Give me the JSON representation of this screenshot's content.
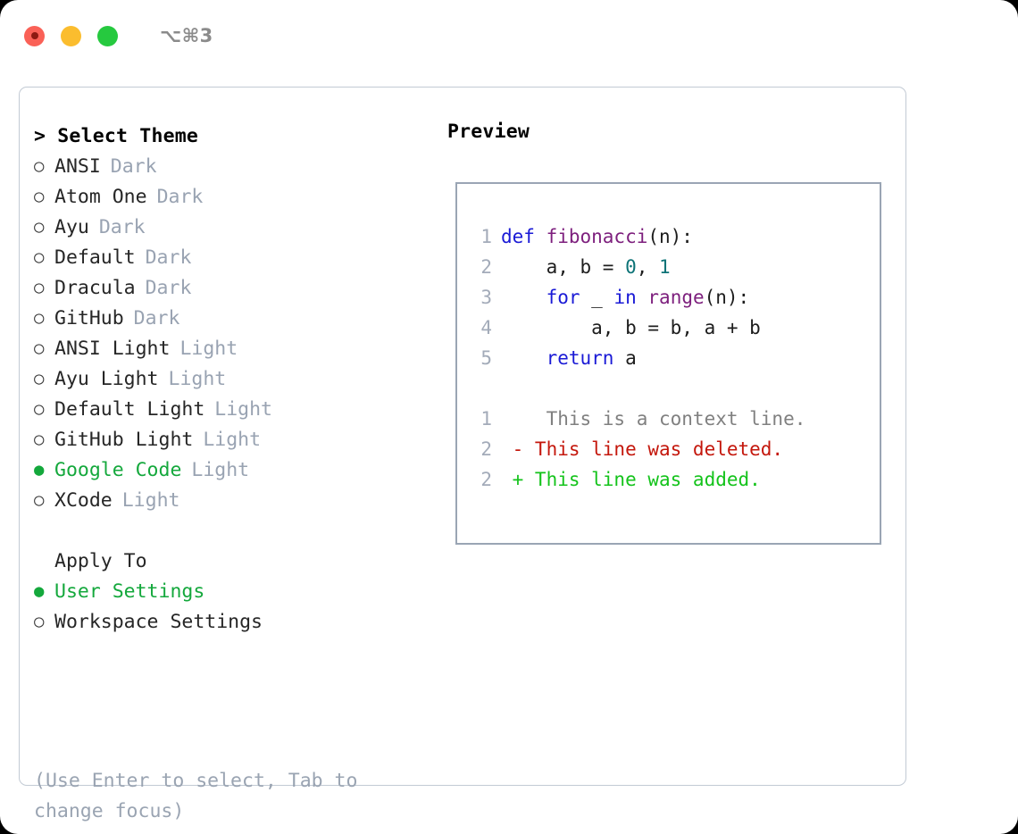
{
  "titlebar": {
    "shortcut": "⌥⌘3",
    "lights": [
      "close-red",
      "minimize-yellow",
      "maximize-green"
    ]
  },
  "theme_selector": {
    "header": "> Select Theme",
    "header_prompt": ">",
    "header_text": "Select Theme",
    "marker_unselected": "○",
    "marker_selected": "●",
    "items": [
      {
        "name": "ANSI",
        "tag": "Dark",
        "selected": false
      },
      {
        "name": "Atom One",
        "tag": "Dark",
        "selected": false
      },
      {
        "name": "Ayu",
        "tag": "Dark",
        "selected": false
      },
      {
        "name": "Default",
        "tag": "Dark",
        "selected": false
      },
      {
        "name": "Dracula",
        "tag": "Dark",
        "selected": false
      },
      {
        "name": "GitHub",
        "tag": "Dark",
        "selected": false
      },
      {
        "name": "ANSI Light",
        "tag": "Light",
        "selected": false
      },
      {
        "name": "Ayu Light",
        "tag": "Light",
        "selected": false
      },
      {
        "name": "Default Light",
        "tag": "Light",
        "selected": false
      },
      {
        "name": "GitHub Light",
        "tag": "Light",
        "selected": false
      },
      {
        "name": "Google Code",
        "tag": "Light",
        "selected": true
      },
      {
        "name": "XCode",
        "tag": "Light",
        "selected": false
      }
    ]
  },
  "apply_to": {
    "header": "Apply To",
    "options": [
      {
        "name": "User Settings",
        "selected": true
      },
      {
        "name": "Workspace Settings",
        "selected": false
      }
    ]
  },
  "hint": "(Use Enter to select, Tab to change focus)",
  "preview": {
    "title": "Preview",
    "code_lines": [
      {
        "num": "1",
        "tokens": [
          {
            "t": "def ",
            "c": "kw"
          },
          {
            "t": "fibonacci",
            "c": "fn"
          },
          {
            "t": "(n):",
            "c": "pl"
          }
        ]
      },
      {
        "num": "2",
        "tokens": [
          {
            "t": "    a, b = ",
            "c": "pl"
          },
          {
            "t": "0",
            "c": "num"
          },
          {
            "t": ", ",
            "c": "pl"
          },
          {
            "t": "1",
            "c": "num"
          }
        ]
      },
      {
        "num": "3",
        "tokens": [
          {
            "t": "    ",
            "c": "pl"
          },
          {
            "t": "for",
            "c": "kw"
          },
          {
            "t": " _ ",
            "c": "pl"
          },
          {
            "t": "in",
            "c": "kw"
          },
          {
            "t": " ",
            "c": "pl"
          },
          {
            "t": "range",
            "c": "fn"
          },
          {
            "t": "(n):",
            "c": "pl"
          }
        ]
      },
      {
        "num": "4",
        "tokens": [
          {
            "t": "        a, b = b, a + b",
            "c": "pl"
          }
        ]
      },
      {
        "num": "5",
        "tokens": [
          {
            "t": "    ",
            "c": "pl"
          },
          {
            "t": "return",
            "c": "kw"
          },
          {
            "t": " a",
            "c": "pl"
          }
        ]
      }
    ],
    "diff_lines": [
      {
        "num": "1",
        "marker": " ",
        "text": "  This is a context line.",
        "kind": "ctx"
      },
      {
        "num": "2",
        "marker": "-",
        "text": " This line was deleted.",
        "kind": "del"
      },
      {
        "num": "2",
        "marker": "+",
        "text": " This line was added.",
        "kind": "add"
      }
    ]
  },
  "colors": {
    "accent_green": "#14a83c",
    "muted_grey": "#99a3b2",
    "keyword_blue": "#1a1ad6",
    "function_purple": "#7d1f7d",
    "number_teal": "#0d7377",
    "diff_deleted": "#c4170c",
    "diff_added": "#14c31b",
    "panel_border": "#c2cad4",
    "preview_border": "#9aa5b4"
  }
}
